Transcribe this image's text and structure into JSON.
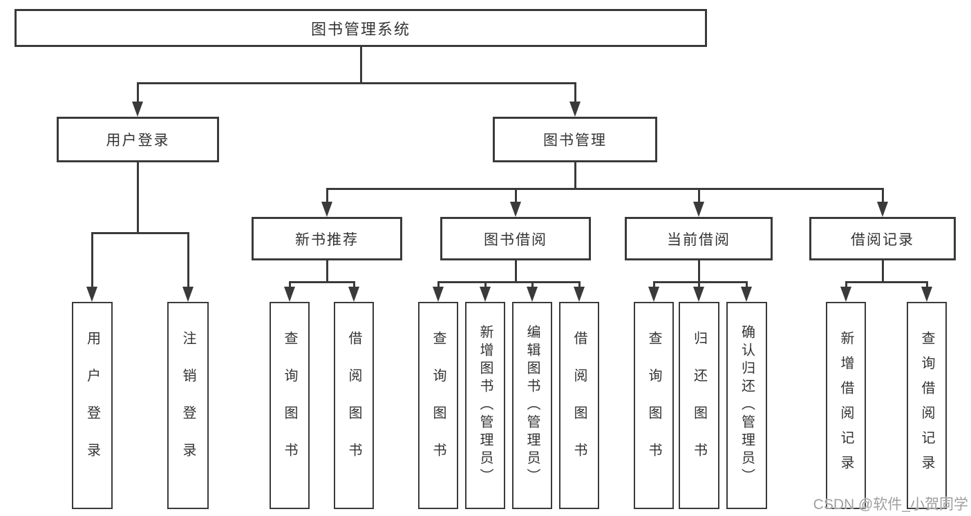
{
  "diagram": {
    "root": {
      "label": "图书管理系统"
    },
    "branches": {
      "user_login": {
        "label": "用户登录",
        "children": [
          "用户登录",
          "注销登录"
        ]
      },
      "book_mgmt": {
        "label": "图书管理",
        "sections": {
          "new_books": {
            "label": "新书推荐",
            "children": [
              "查询图书",
              "借阅图书"
            ]
          },
          "book_borrow": {
            "label": "图书借阅",
            "children": [
              "查询图书",
              "新增图书（管理员）",
              "编辑图书（管理员）",
              "借阅图书"
            ]
          },
          "current_borrow": {
            "label": "当前借阅",
            "children": [
              "查询图书",
              "归还图书",
              "确认归还（管理员）"
            ]
          },
          "borrow_records": {
            "label": "借阅记录",
            "children": [
              "新增借阅记录",
              "查询借阅记录"
            ]
          }
        }
      }
    },
    "watermark": "CSDN @软件_小贺同学",
    "colors": {
      "line": "#3a3a3a",
      "text": "#333333",
      "watermark": "#9e9e9e",
      "background": "#ffffff"
    }
  }
}
